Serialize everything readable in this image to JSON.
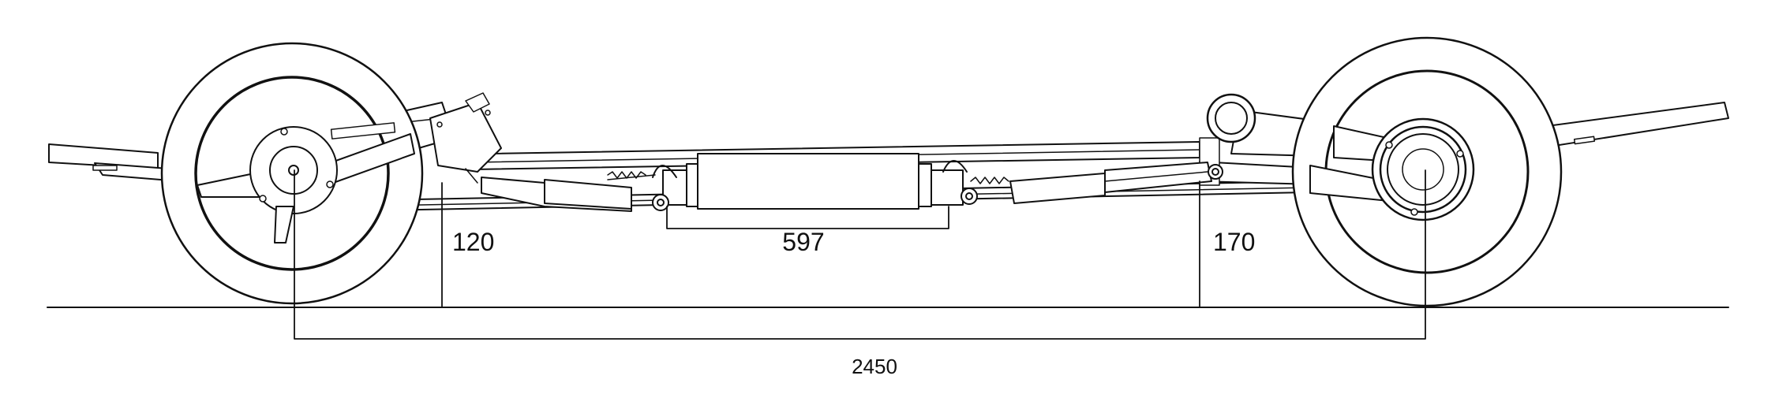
{
  "diagram": {
    "dimensions": {
      "front_overhang_clearance": "120",
      "center_section_length": "597",
      "rear_clearance": "170",
      "wheelbase": "2450"
    },
    "colors": {
      "line": "#111111",
      "background": "#ffffff"
    }
  }
}
